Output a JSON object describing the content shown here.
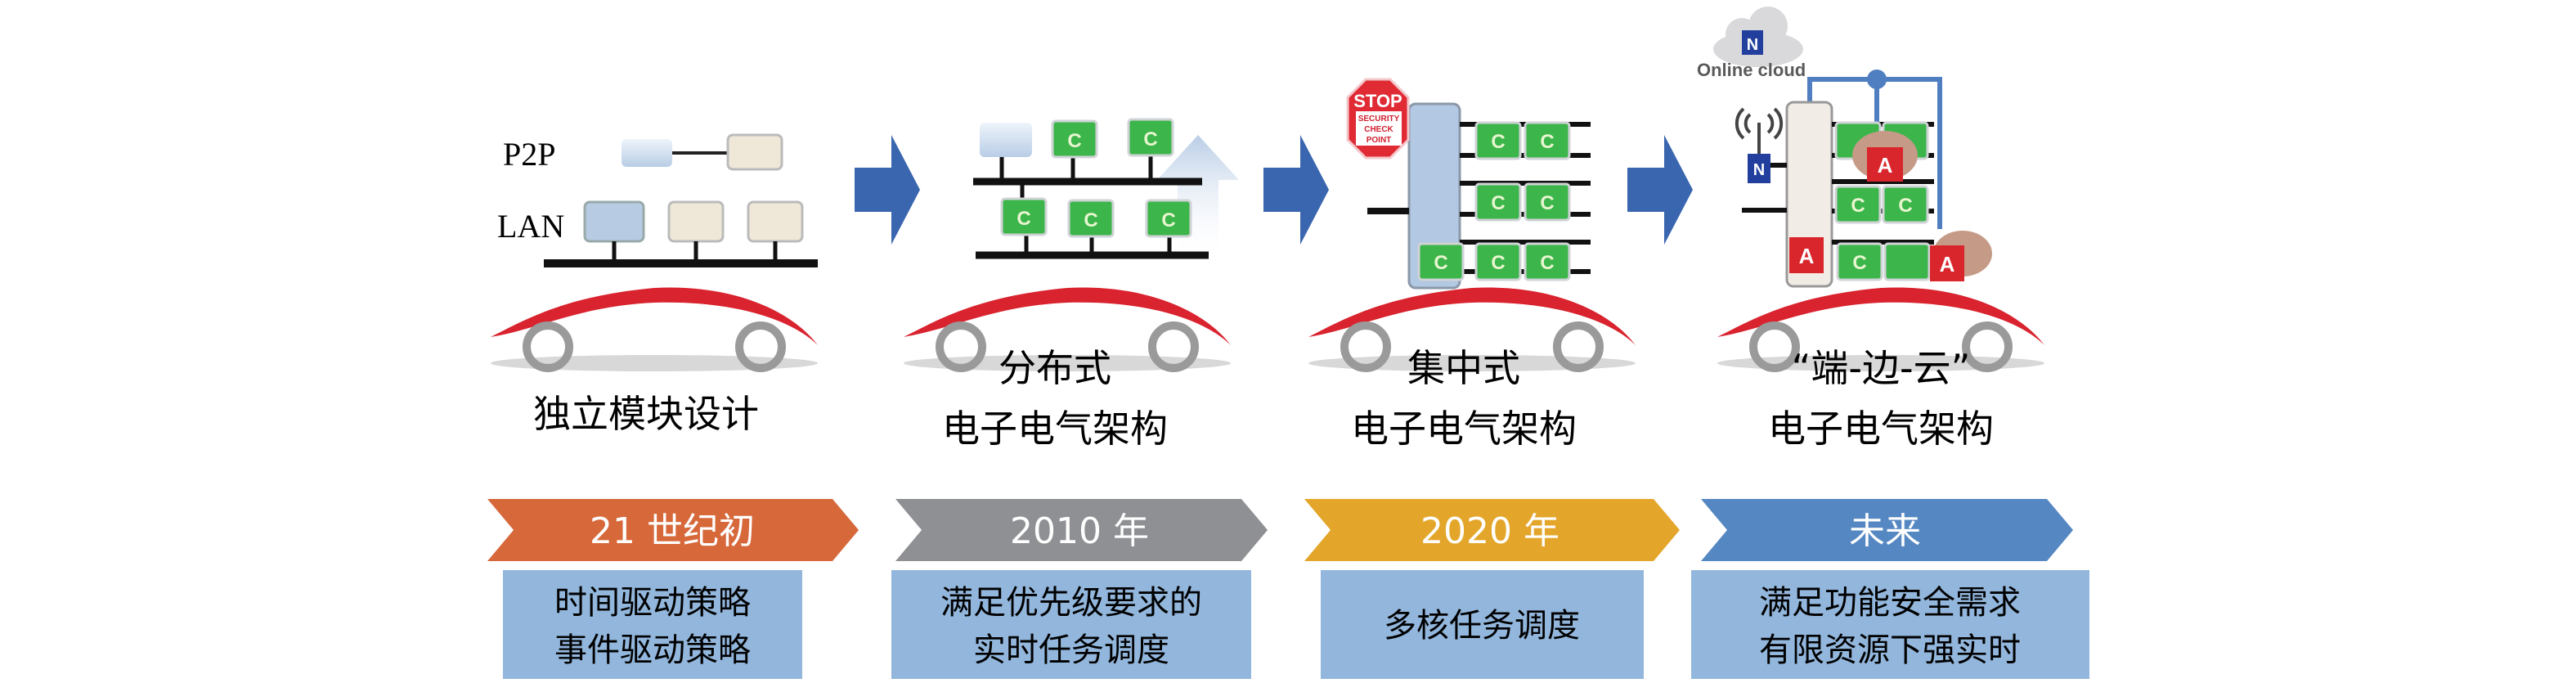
{
  "colors": {
    "arrow": "#3a66b0",
    "chevron_1": "#d6683a",
    "chevron_2": "#8f9094",
    "chevron_3": "#e3a62a",
    "chevron_4": "#5587c2",
    "desc_box": "#92b6dc",
    "ecu_green": "#3cb54a",
    "app_red": "#d9262c",
    "car_red": "#d9232e"
  },
  "stages": [
    {
      "title_lines": [
        "独立模块设计"
      ],
      "diagram_labels": {
        "p2p": "P2P",
        "lan": "LAN"
      },
      "era": "21 世纪初",
      "desc_lines": [
        "时间驱动策略",
        "事件驱动策略"
      ]
    },
    {
      "title_lines": [
        "分布式",
        "电子电气架构"
      ],
      "diagram_labels": {
        "ecu": "C"
      },
      "era": "2010 年",
      "desc_lines": [
        "满足优先级要求的",
        "实时任务调度"
      ]
    },
    {
      "title_lines": [
        "集中式",
        "电子电气架构"
      ],
      "diagram_labels": {
        "stop": "STOP",
        "sign_1": "SECURITY",
        "sign_2": "CHECK",
        "sign_3": "POINT",
        "ecu": "C"
      },
      "era": "2020 年",
      "desc_lines": [
        "多核任务调度"
      ]
    },
    {
      "title_lines": [
        "“端-边-云”",
        "电子电气架构"
      ],
      "diagram_labels": {
        "cloud": "Online cloud",
        "node": "N",
        "app": "A",
        "ecu": "C"
      },
      "era": "未来",
      "desc_lines": [
        "满足功能安全需求",
        "有限资源下强实时"
      ]
    }
  ]
}
